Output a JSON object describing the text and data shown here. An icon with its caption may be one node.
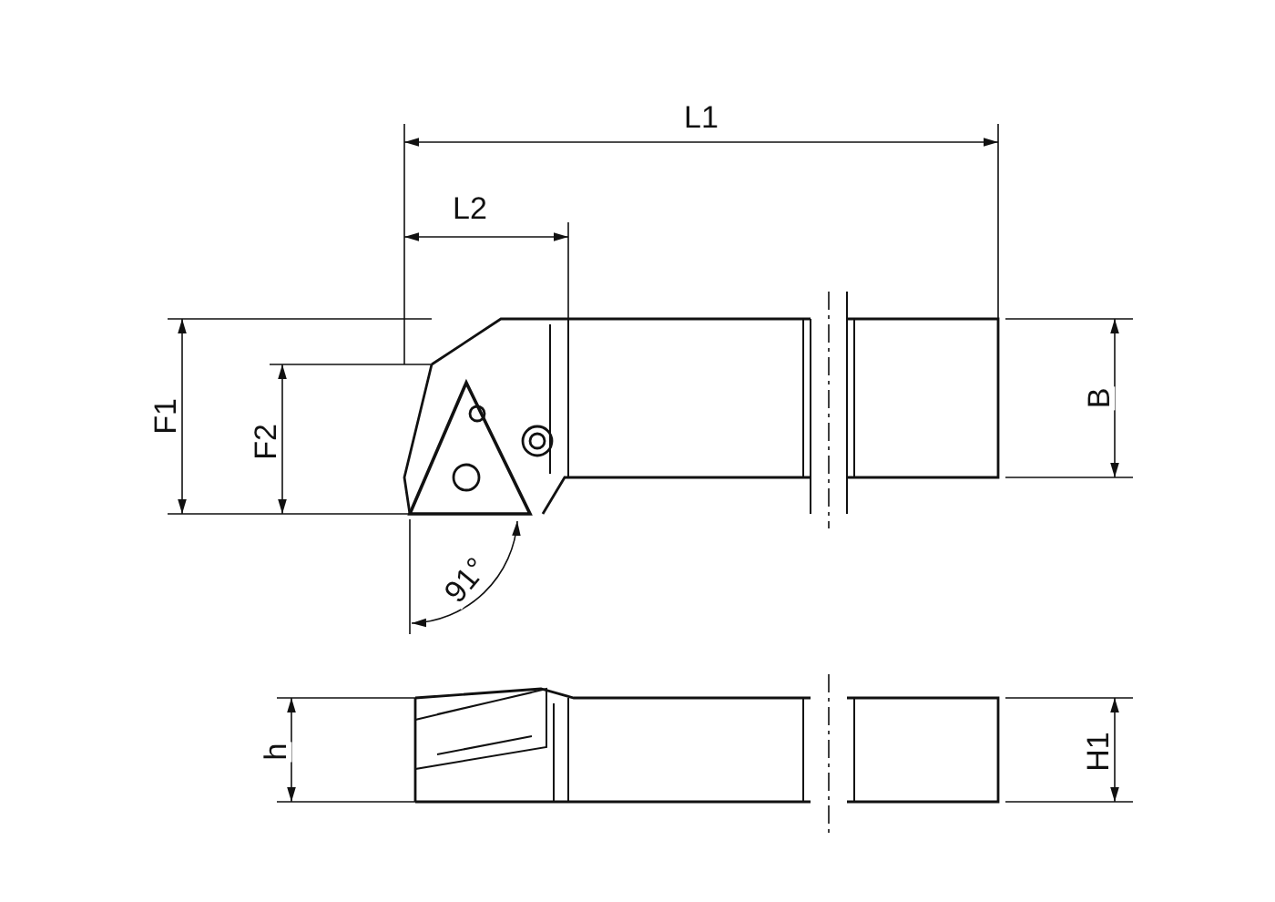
{
  "diagram": {
    "labels": [
      "L1",
      "L2",
      "F1",
      "F2",
      "B",
      "h",
      "H1",
      "91°"
    ]
  }
}
